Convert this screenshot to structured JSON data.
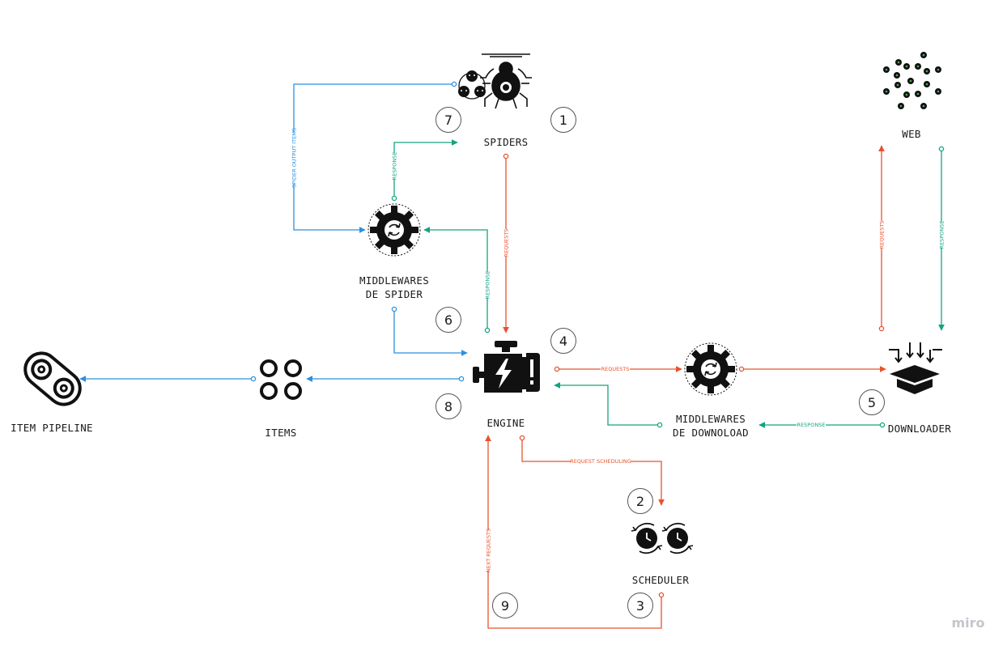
{
  "colors": {
    "red": "#e8532f",
    "green": "#14a37f",
    "blue": "#2f8fdc",
    "ink": "#111111"
  },
  "nodes": {
    "spiders": "SPIDERS",
    "web": "WEB",
    "mw_spider_1": "MIDDLEWARES",
    "mw_spider_2": "DE SPIDER",
    "engine": "ENGINE",
    "mw_download_1": "MIDDLEWARES",
    "mw_download_2": "DE DOWNOLOAD",
    "downloader": "DOWNLOADER",
    "items": "ITEMS",
    "item_pipeline": "ITEM PIPELINE",
    "scheduler": "SCHEDULER"
  },
  "edges": {
    "spider_output_items": "SPIDER OUTPUT ITEMS",
    "response_to_spiders": "RESPONSE",
    "requests_from_spiders": "REQUESTS",
    "response_to_mw_spider": "RESPONSE",
    "requests_engine_to_mw": "REQUESTS",
    "requests_to_web": "REQUESTS",
    "response_from_web": "RESPONSE",
    "response_to_mw_download": "RESPONSE",
    "request_scheduling": "REQUEST SCHEDULING",
    "next_requests": "NEXT REQUESTS"
  },
  "steps": [
    "1",
    "2",
    "3",
    "4",
    "5",
    "6",
    "7",
    "8",
    "9"
  ],
  "watermark": "miro",
  "icons": {
    "spider": "spider-icon",
    "people": "people-group-icon",
    "web": "web-dots-icon",
    "gear": "gear-sync-icon",
    "engine": "engine-icon",
    "box": "download-box-icon",
    "items": "items-circles-icon",
    "pipeline": "pipeline-belt-icon",
    "scheduler": "scheduler-clocks-icon"
  }
}
